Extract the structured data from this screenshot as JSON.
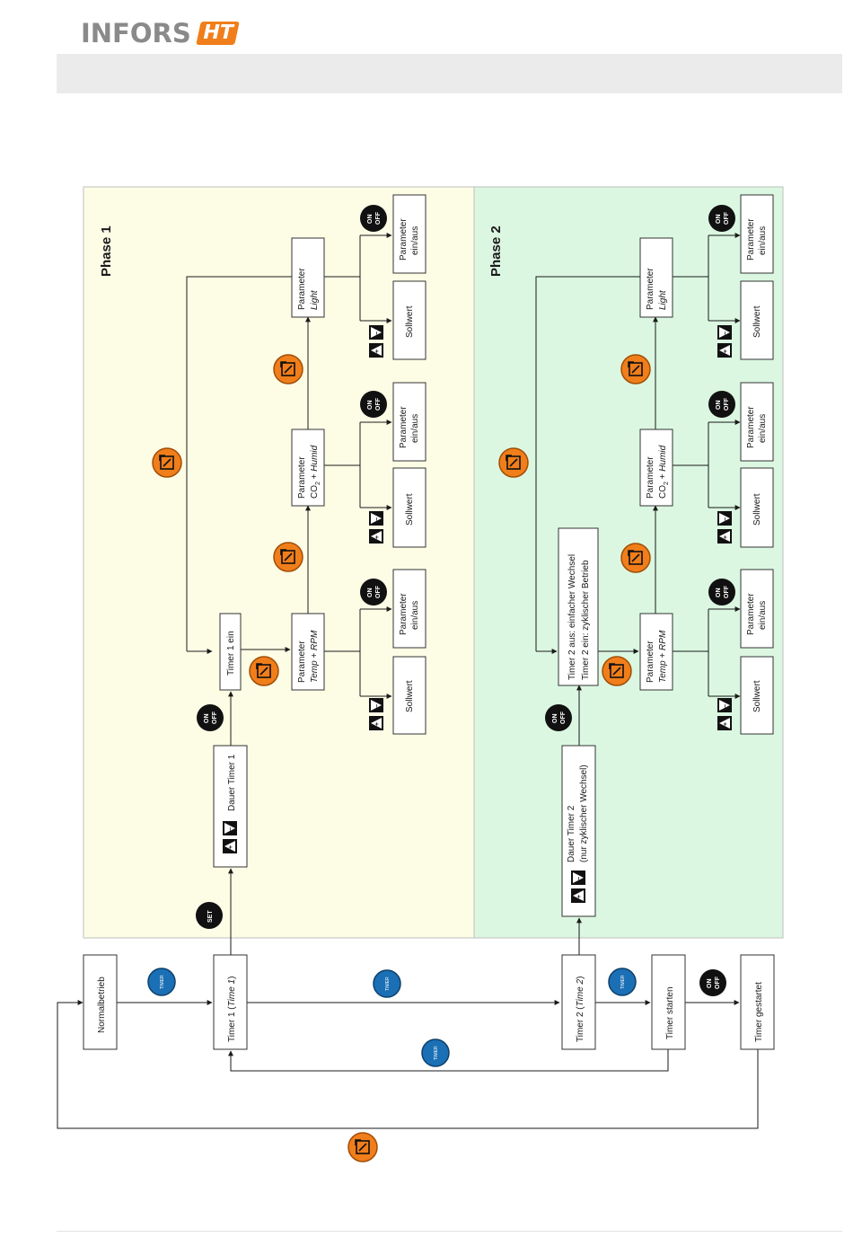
{
  "header": {
    "logo_text": "INFORS",
    "logo_accent": "HT"
  },
  "diagram": {
    "phase1_title": "Phase 1",
    "phase2_title": "Phase 2",
    "main": {
      "normalbetrieb": "Normalbetrieb",
      "timer1": [
        "Timer 1 (",
        "Time 1",
        ")"
      ],
      "timer2": [
        "Timer 2 (",
        "Time 2",
        ")"
      ],
      "timer_starten": "Timer starten",
      "timer_gestartet": "Timer gestartet"
    },
    "phase1": {
      "dauer": "Dauer Timer 1",
      "timer_ein": "Timer 1 ein"
    },
    "phase2": {
      "dauer_l1": "Dauer Timer 2",
      "dauer_l2": "(nur zyklischer Wechsel)",
      "mode_l1": "Timer 2 aus: einfacher Wechsel",
      "mode_l2": "Timer 2 ein: zyklischer Betrieb"
    },
    "param_label": "Parameter",
    "params": [
      {
        "a": "Temp",
        "b": " + ",
        "c": "RPM"
      },
      {
        "a": "CO",
        "b": " + ",
        "c": "Humid"
      },
      {
        "a": "Light",
        "b": "",
        "c": ""
      }
    ],
    "sollwert": "Sollwert",
    "ein_aus_l1": "Parameter",
    "ein_aus_l2": "ein/aus",
    "buttons": {
      "timer": "TIMER",
      "set": "SET",
      "on": "ON",
      "off": "OFF",
      "plus": "+",
      "minus": "−"
    }
  },
  "colors": {
    "phase1_bg": "#fdfde6",
    "phase2_bg": "#dbf7e1",
    "accent_orange": "#f07e1b",
    "button_blue": "#1b6fb5",
    "button_black": "#111111"
  }
}
